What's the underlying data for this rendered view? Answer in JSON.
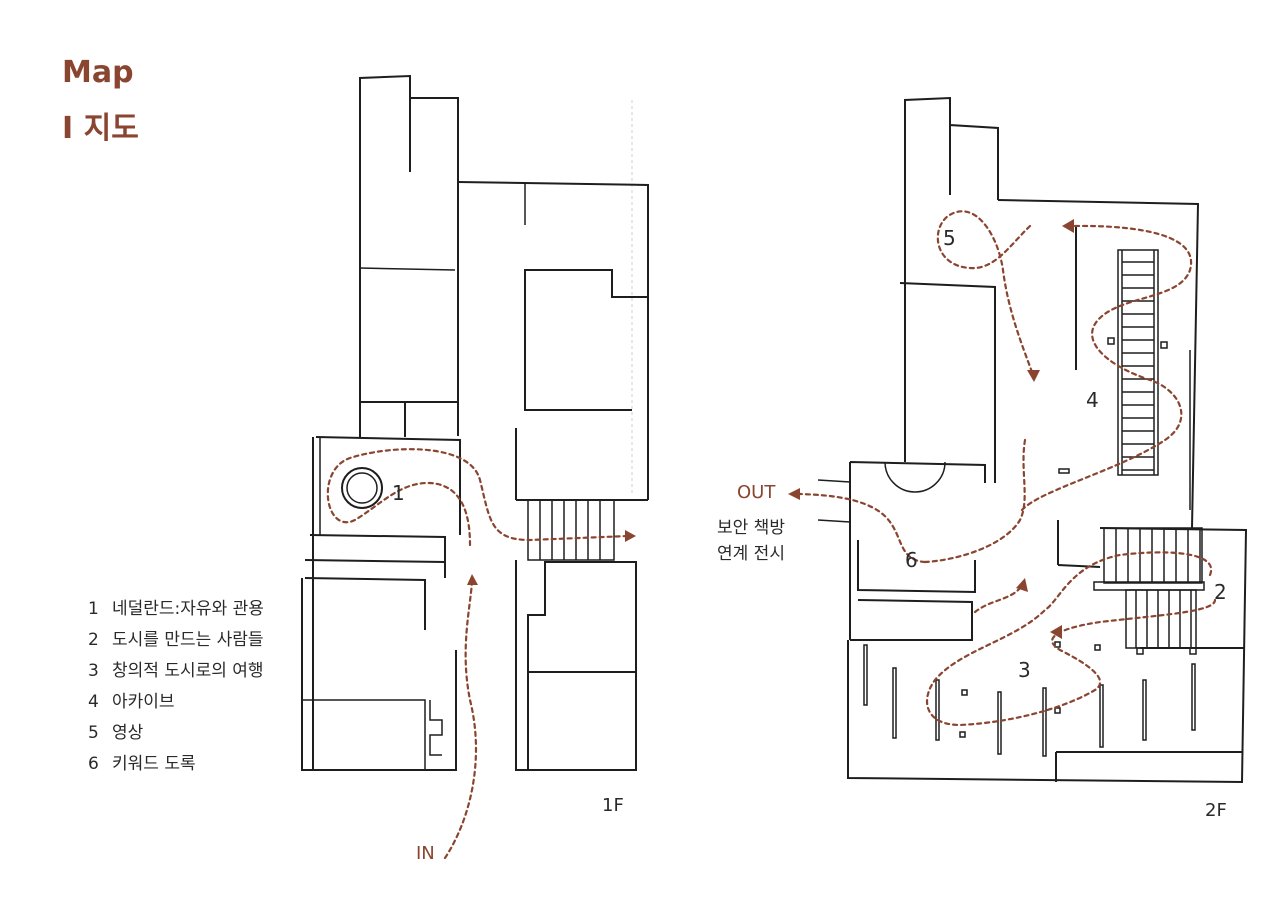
{
  "title_en": "Map",
  "title_ko": "I  지도",
  "legend": [
    {
      "num": "1",
      "label": "네덜란드:자유와 관용"
    },
    {
      "num": "2",
      "label": "도시를 만드는 사람들"
    },
    {
      "num": "3",
      "label": "창의적 도시로의 여행"
    },
    {
      "num": "4",
      "label": "아카이브"
    },
    {
      "num": "5",
      "label": "영상"
    },
    {
      "num": "6",
      "label": "키워드 도록"
    }
  ],
  "floors": {
    "first": "1F",
    "second": "2F"
  },
  "zones": {
    "z1": "1",
    "z2": "2",
    "z3": "3",
    "z4": "4",
    "z5": "5",
    "z6": "6"
  },
  "route": {
    "entry": "IN",
    "exit": "OUT",
    "side_note_line1": "보안 책방",
    "side_note_line2": "연계 전시"
  },
  "colors": {
    "accent": "#8a4530",
    "walls": "#1e1e1e"
  }
}
